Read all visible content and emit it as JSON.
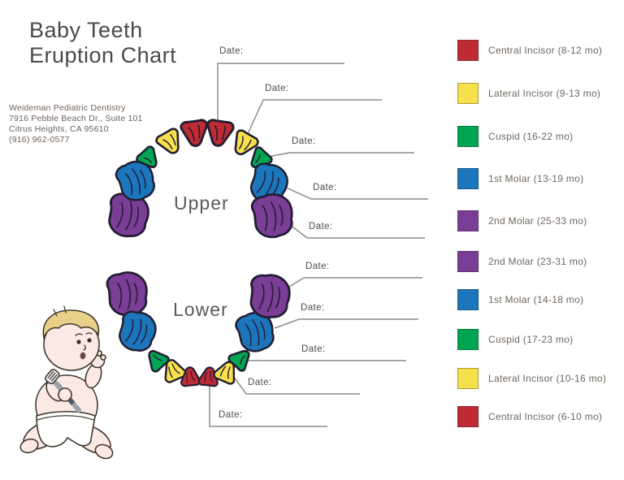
{
  "title": {
    "line1": "Baby Teeth",
    "line2": "Eruption Chart"
  },
  "clinic": {
    "name": "Weideman Pediatric Dentistry",
    "address_line": "7916 Pebble Beach Dr., Suite 101",
    "city_line": "Citrus Heights, CA 95610",
    "phone": "(916) 962-0577"
  },
  "arches": {
    "upper_label": "Upper",
    "lower_label": "Lower"
  },
  "colors": {
    "red": "#BF2B33",
    "yellow": "#F6E14C",
    "green": "#00A651",
    "blue": "#1B76BC",
    "purple": "#7B3E97"
  },
  "legend": {
    "items": [
      {
        "label": "Central Incisor (8-12 mo)",
        "color": "#BF2B33"
      },
      {
        "label": "Lateral Incisor (9-13 mo)",
        "color": "#F6E14C"
      },
      {
        "label": "Cuspid (16-22 mo)",
        "color": "#00A651"
      },
      {
        "label": "1st Molar (13-19 mo)",
        "color": "#1B76BC"
      },
      {
        "label": "2nd Molar (25-33 mo)",
        "color": "#7B3E97"
      },
      {
        "label": "2nd Molar (23-31 mo)",
        "color": "#7B3E97"
      },
      {
        "label": "1st Molar (14-18 mo)",
        "color": "#1B76BC"
      },
      {
        "label": "Cuspid (17-23 mo)",
        "color": "#00A651"
      },
      {
        "label": "Lateral Incisor (10-16 mo)",
        "color": "#F6E14C"
      },
      {
        "label": "Central Incisor (6-10 mo)",
        "color": "#BF2B33"
      }
    ]
  },
  "dates": {
    "upper": [
      {
        "label": "Date:",
        "value": ""
      },
      {
        "label": "Date:",
        "value": ""
      },
      {
        "label": "Date:",
        "value": ""
      },
      {
        "label": "Date:",
        "value": ""
      },
      {
        "label": "Date:",
        "value": ""
      }
    ],
    "lower": [
      {
        "label": "Date:",
        "value": ""
      },
      {
        "label": "Date:",
        "value": ""
      },
      {
        "label": "Date:",
        "value": ""
      },
      {
        "label": "Date:",
        "value": ""
      },
      {
        "label": "Date:",
        "value": ""
      }
    ]
  }
}
